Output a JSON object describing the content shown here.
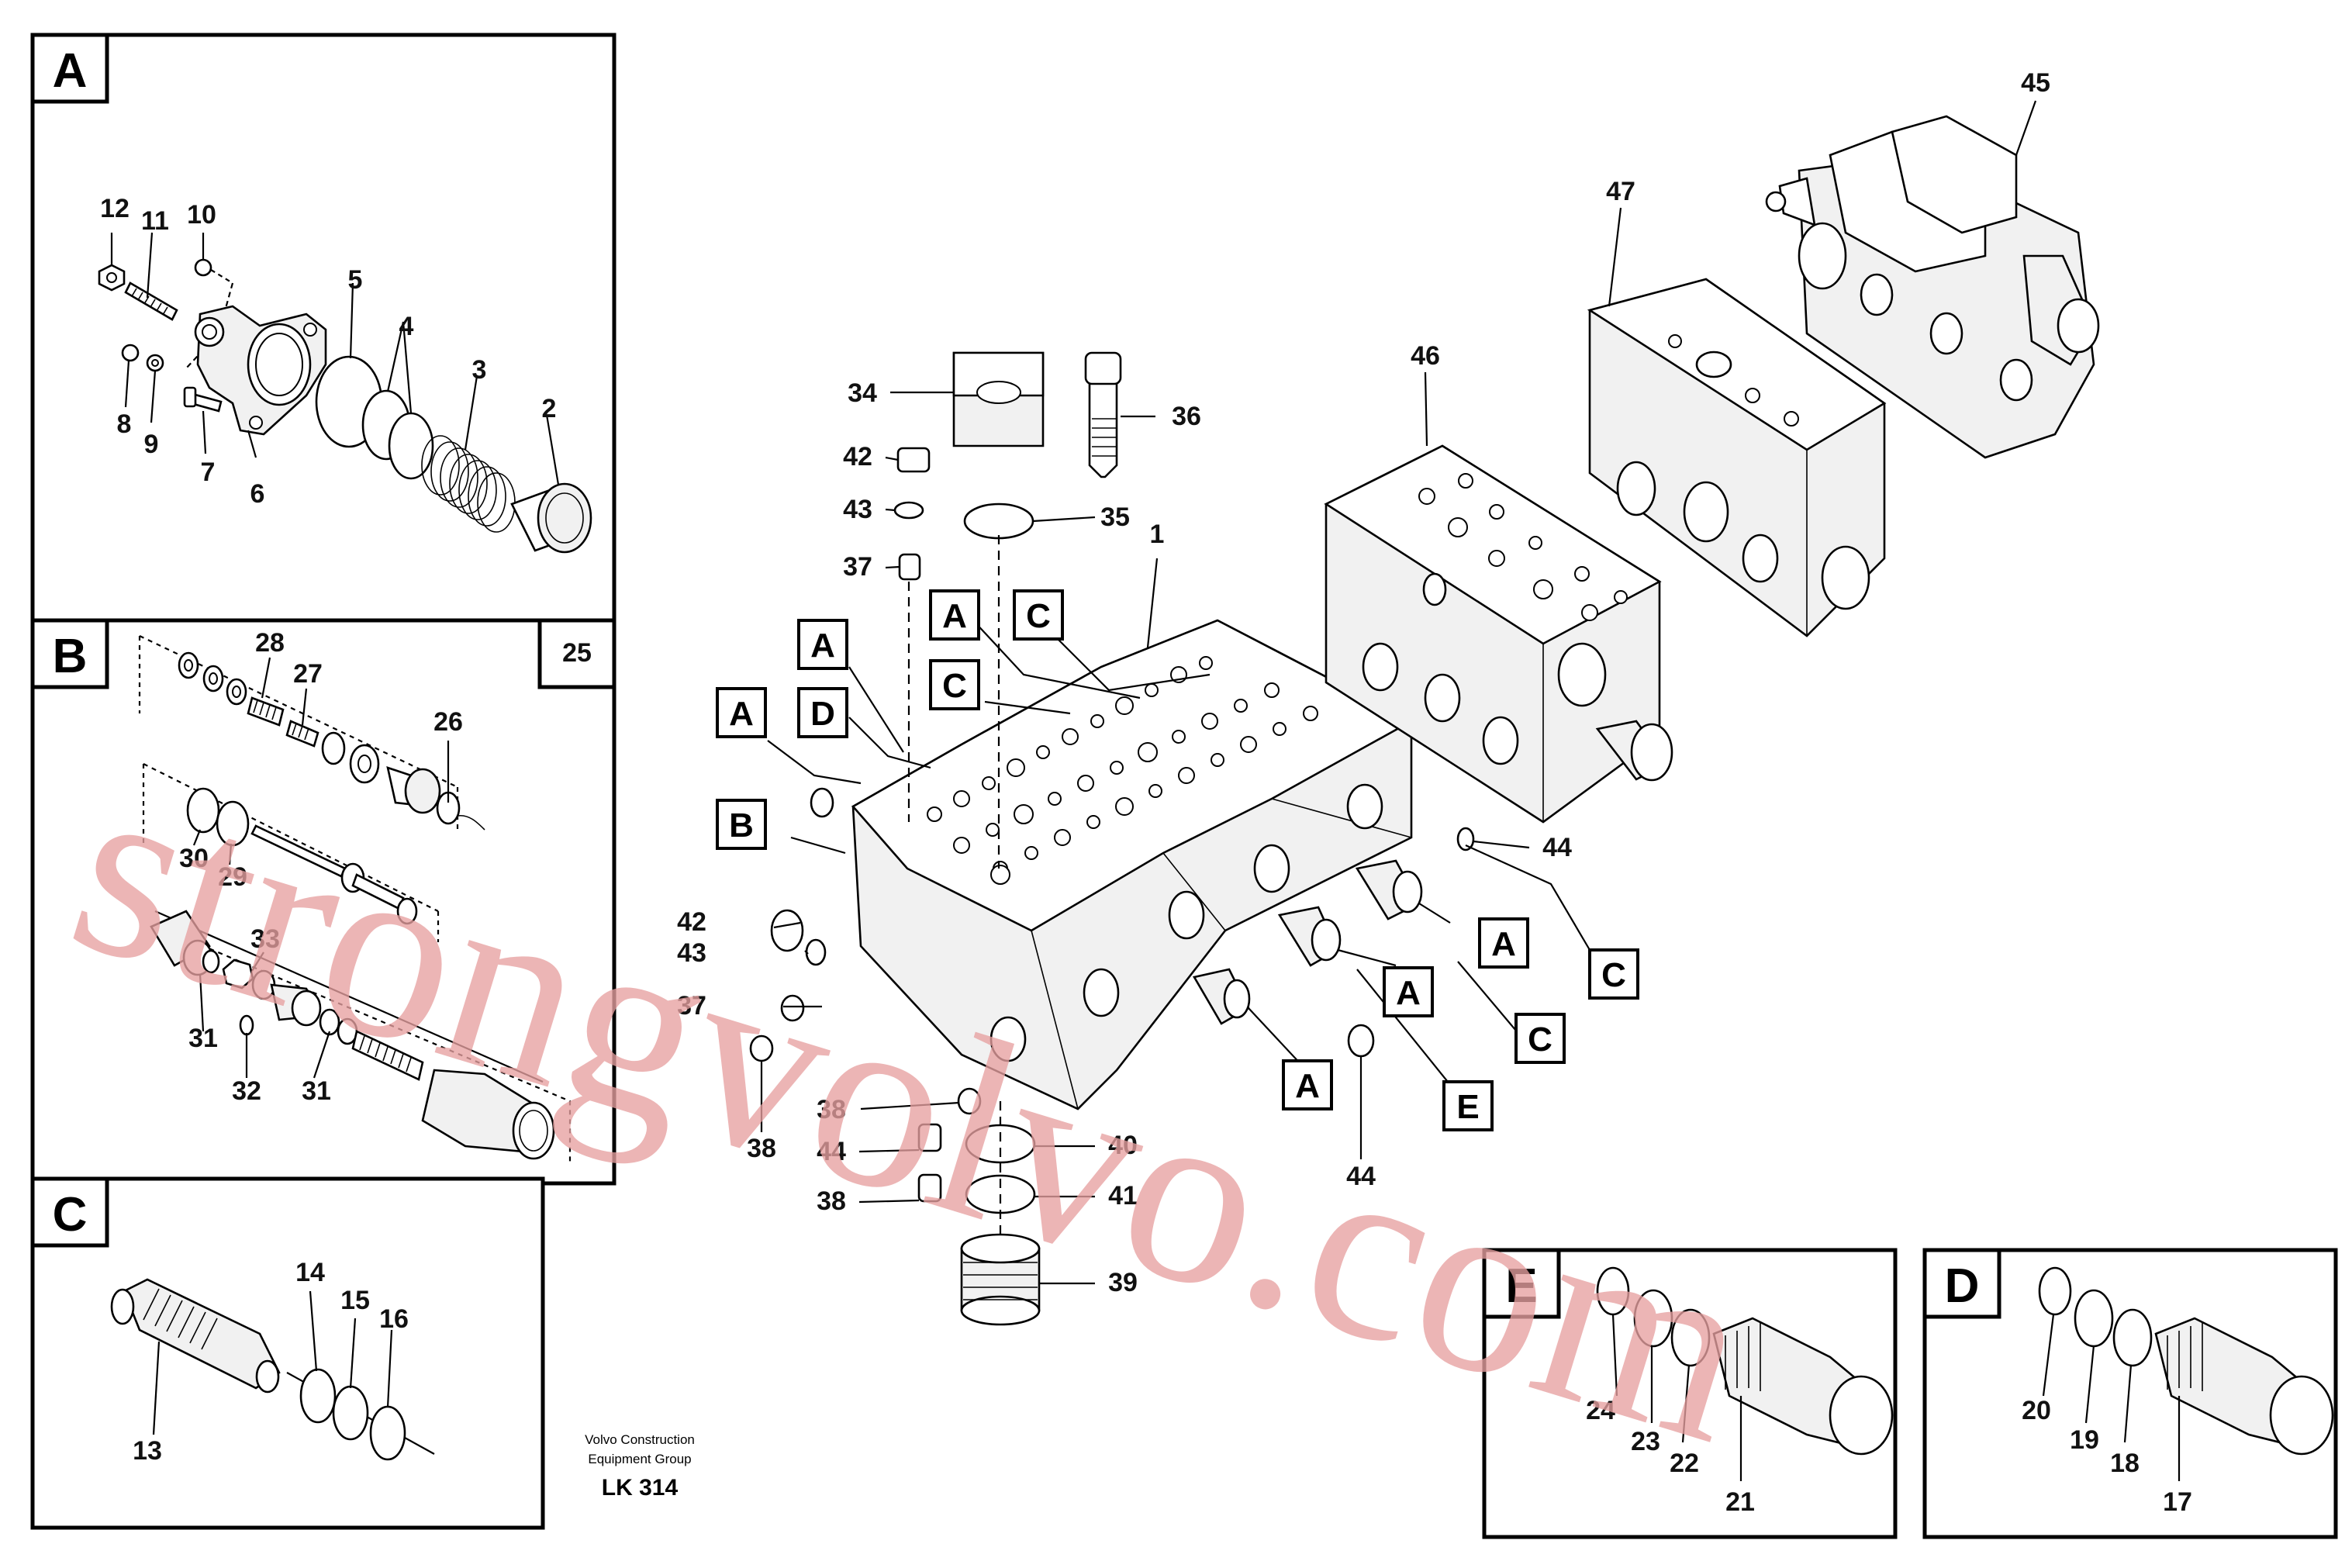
{
  "sections": [
    {
      "letter": "A",
      "label": "A"
    },
    {
      "letter": "B",
      "label": "B",
      "ref": "25"
    },
    {
      "letter": "C",
      "label": "C"
    },
    {
      "letter": "D",
      "label": "D"
    },
    {
      "letter": "E",
      "label": "E"
    }
  ],
  "part_numbers": {
    "p1": "1",
    "p2": "2",
    "p3": "3",
    "p4": "4",
    "p5": "5",
    "p6": "6",
    "p7": "7",
    "p8": "8",
    "p9": "9",
    "p10": "10",
    "p11": "11",
    "p12": "12",
    "p13": "13",
    "p14": "14",
    "p15": "15",
    "p16": "16",
    "p17": "17",
    "p18": "18",
    "p19": "19",
    "p20": "20",
    "p21": "21",
    "p22": "22",
    "p23": "23",
    "p24": "24",
    "p26": "26",
    "p27": "27",
    "p28": "28",
    "p29": "29",
    "p30": "30",
    "p31": "31",
    "p32": "32",
    "p33": "33",
    "p34": "34",
    "p35": "35",
    "p36": "36",
    "p37": "37",
    "p38": "38",
    "p39": "39",
    "p40": "40",
    "p41": "41",
    "p42": "42",
    "p43": "43",
    "p44": "44",
    "p45": "45",
    "p46": "46",
    "p47": "47"
  },
  "callouts": {
    "A": "A",
    "B": "B",
    "C": "C",
    "D": "D",
    "E": "E"
  },
  "footer": {
    "line1": "Volvo Construction",
    "line2": "Equipment Group",
    "code": "LK 314"
  },
  "watermark": "strongvolvo.com",
  "colors": {
    "watermark": "#e7a0a0",
    "ink": "#000000",
    "paper": "#ffffff"
  }
}
